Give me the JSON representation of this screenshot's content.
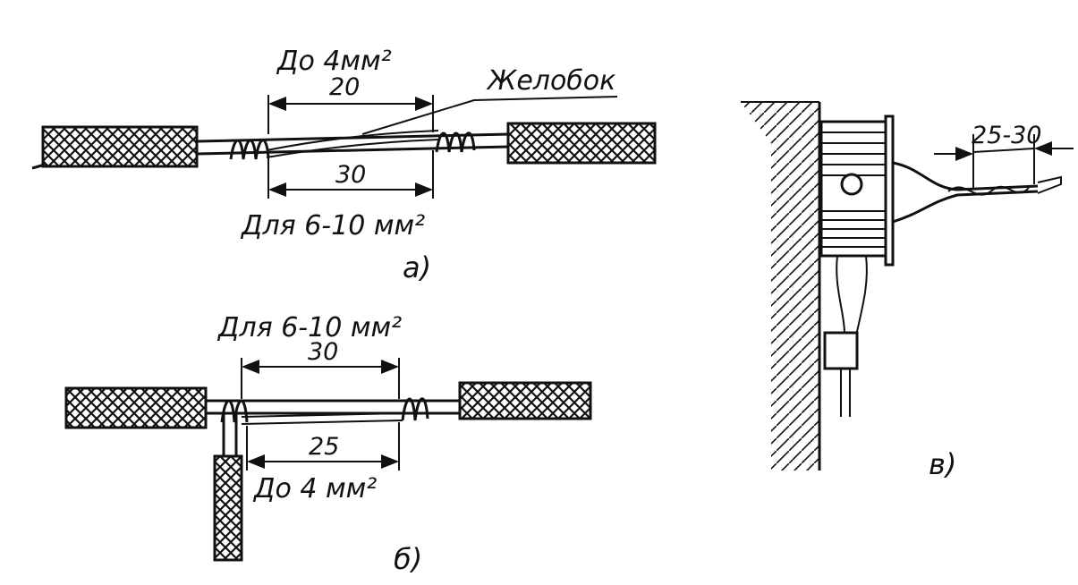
{
  "diagram_a": {
    "top_label": "До 4мм²",
    "top_dim": "20",
    "groove_label": "Желобок",
    "bottom_dim": "30",
    "bottom_label": "Для 6-10 мм²",
    "caption": "а)"
  },
  "diagram_b": {
    "top_label": "Для 6-10 мм²",
    "top_dim": "30",
    "bottom_dim": "25",
    "bottom_label": "До 4 мм²",
    "caption": "б)"
  },
  "diagram_c": {
    "dim": "25-30",
    "caption": "в)"
  }
}
